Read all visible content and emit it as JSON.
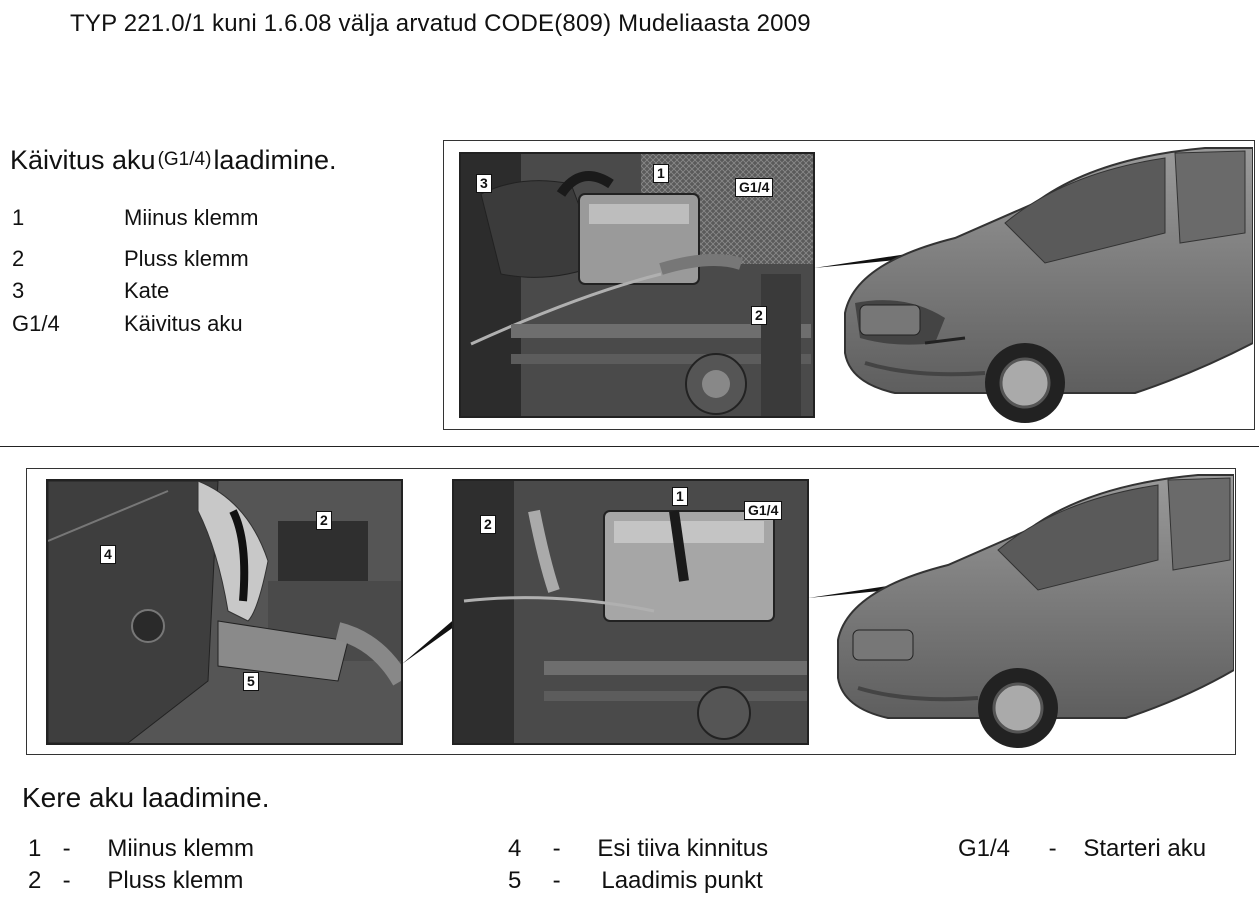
{
  "header": "TYP 221.0/1 kuni 1.6.08 välja arvatud CODE(809) Mudeliaasta 2009",
  "section1": {
    "title_pre": "Käivitus aku",
    "title_code": "(G1/4)",
    "title_post": "laadimine.",
    "legend": [
      {
        "code": "1",
        "desc": "Miinus klemm"
      },
      {
        "code": "2",
        "desc": "Pluss klemm"
      },
      {
        "code": "3",
        "desc": "Kate"
      },
      {
        "code": "G1/4",
        "desc": "Käivitus aku"
      }
    ],
    "callouts": [
      "1",
      "G1/4",
      "3",
      "2"
    ]
  },
  "section2": {
    "title": "Kere aku laadimine.",
    "callouts_left": [
      "2",
      "4",
      "5"
    ],
    "callouts_right": [
      "1",
      "G1/4",
      "2"
    ],
    "legend": [
      {
        "num": "1",
        "sep": "-",
        "desc": "Miinus klemm"
      },
      {
        "num": "2",
        "sep": "-",
        "desc": "Pluss klemm"
      },
      {
        "num": "4",
        "sep": "-",
        "desc": "Esi tiiva kinnitus"
      },
      {
        "num": "5",
        "sep": "-",
        "desc": "Laadimis punkt"
      },
      {
        "num": "G1/4",
        "sep": "-",
        "desc": "Starteri aku"
      }
    ]
  }
}
